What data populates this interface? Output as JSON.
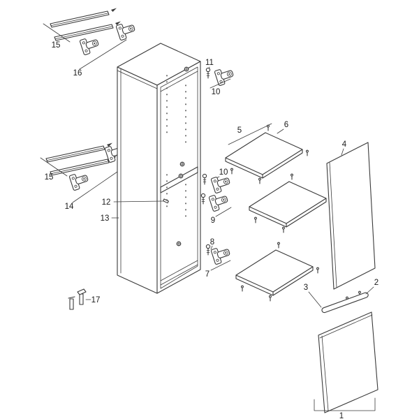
{
  "page": {
    "background": "#ffffff",
    "line_color": "#3a3a3a",
    "label_color": "#1a1a1a"
  },
  "figure": {
    "kind": "exploded-parts-diagram",
    "description": "Exploded assembly diagram of a tall cabinet: carcass, shelves, side panel, doors, plinth strip, hinges, drawer runners and feet",
    "callouts": {
      "p1": "1",
      "p2": "2",
      "p3": "3",
      "p4": "4",
      "p5": "5",
      "p6": "6",
      "p7": "7",
      "p8": "8",
      "p9": "9",
      "p10": "10",
      "p11": "11",
      "p12": "12",
      "p13": "13",
      "p14": "14",
      "p15": "15",
      "p16": "16",
      "p17": "17"
    }
  }
}
